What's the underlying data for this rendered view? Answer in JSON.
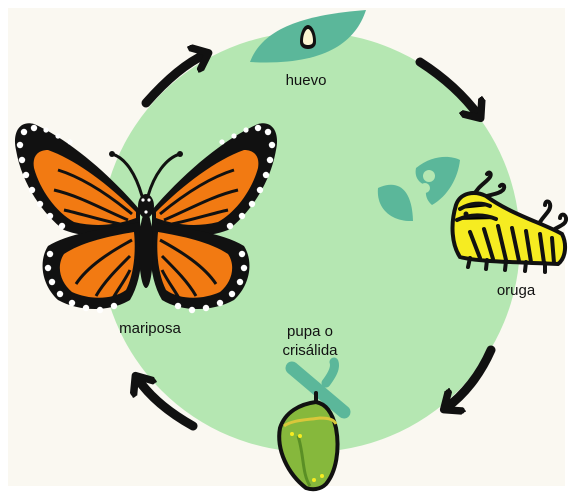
{
  "colors": {
    "background": "#faf8f1",
    "circle": "#b5e7b2",
    "leaf": "#5bb79a",
    "arrow": "#111111",
    "wing_orange": "#f27a12",
    "caterpillar_yellow": "#f6ec21",
    "pupa_green": "#86b83c"
  },
  "stages": {
    "egg": {
      "label": "huevo",
      "icon": "egg-on-leaf-icon"
    },
    "caterpillar": {
      "label": "oruga",
      "icon": "caterpillar-icon"
    },
    "pupa": {
      "label_line1": "pupa o",
      "label_line2": "crisálida",
      "icon": "chrysalis-icon"
    },
    "butterfly": {
      "label": "mariposa",
      "icon": "monarch-butterfly-icon"
    }
  },
  "arrows": [
    "arrow-egg-to-caterpillar",
    "arrow-caterpillar-to-pupa",
    "arrow-pupa-to-butterfly",
    "arrow-butterfly-to-egg"
  ]
}
